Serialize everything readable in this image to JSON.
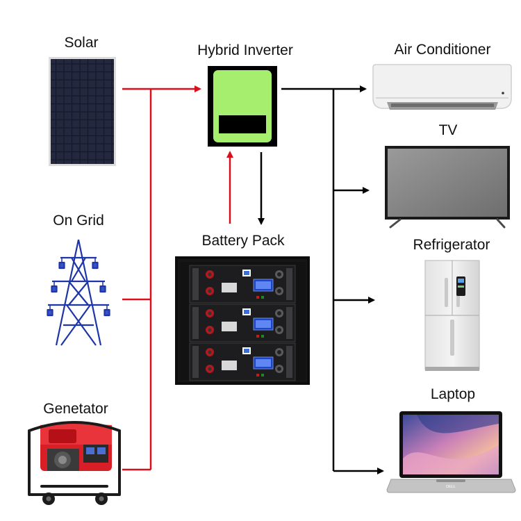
{
  "labels": {
    "solar": "Solar",
    "on_grid": "On Grid",
    "generator": "Genetator",
    "inverter": "Hybrid Inverter",
    "battery": "Battery Pack",
    "air_conditioner": "Air Conditioner",
    "tv": "TV",
    "refrigerator": "Refrigerator",
    "laptop": "Laptop"
  },
  "colors": {
    "input_line": "#d9101c",
    "output_line": "#000000",
    "inverter_body": "#a6ef6e"
  },
  "icons": {
    "solar": "solar-panel-icon",
    "on_grid": "power-pylon-icon",
    "generator": "generator-icon",
    "inverter": "inverter-icon",
    "battery": "battery-rack-icon",
    "air_conditioner": "air-conditioner-icon",
    "tv": "tv-icon",
    "refrigerator": "refrigerator-icon",
    "laptop": "laptop-icon"
  },
  "laptop_brand": "DELL"
}
